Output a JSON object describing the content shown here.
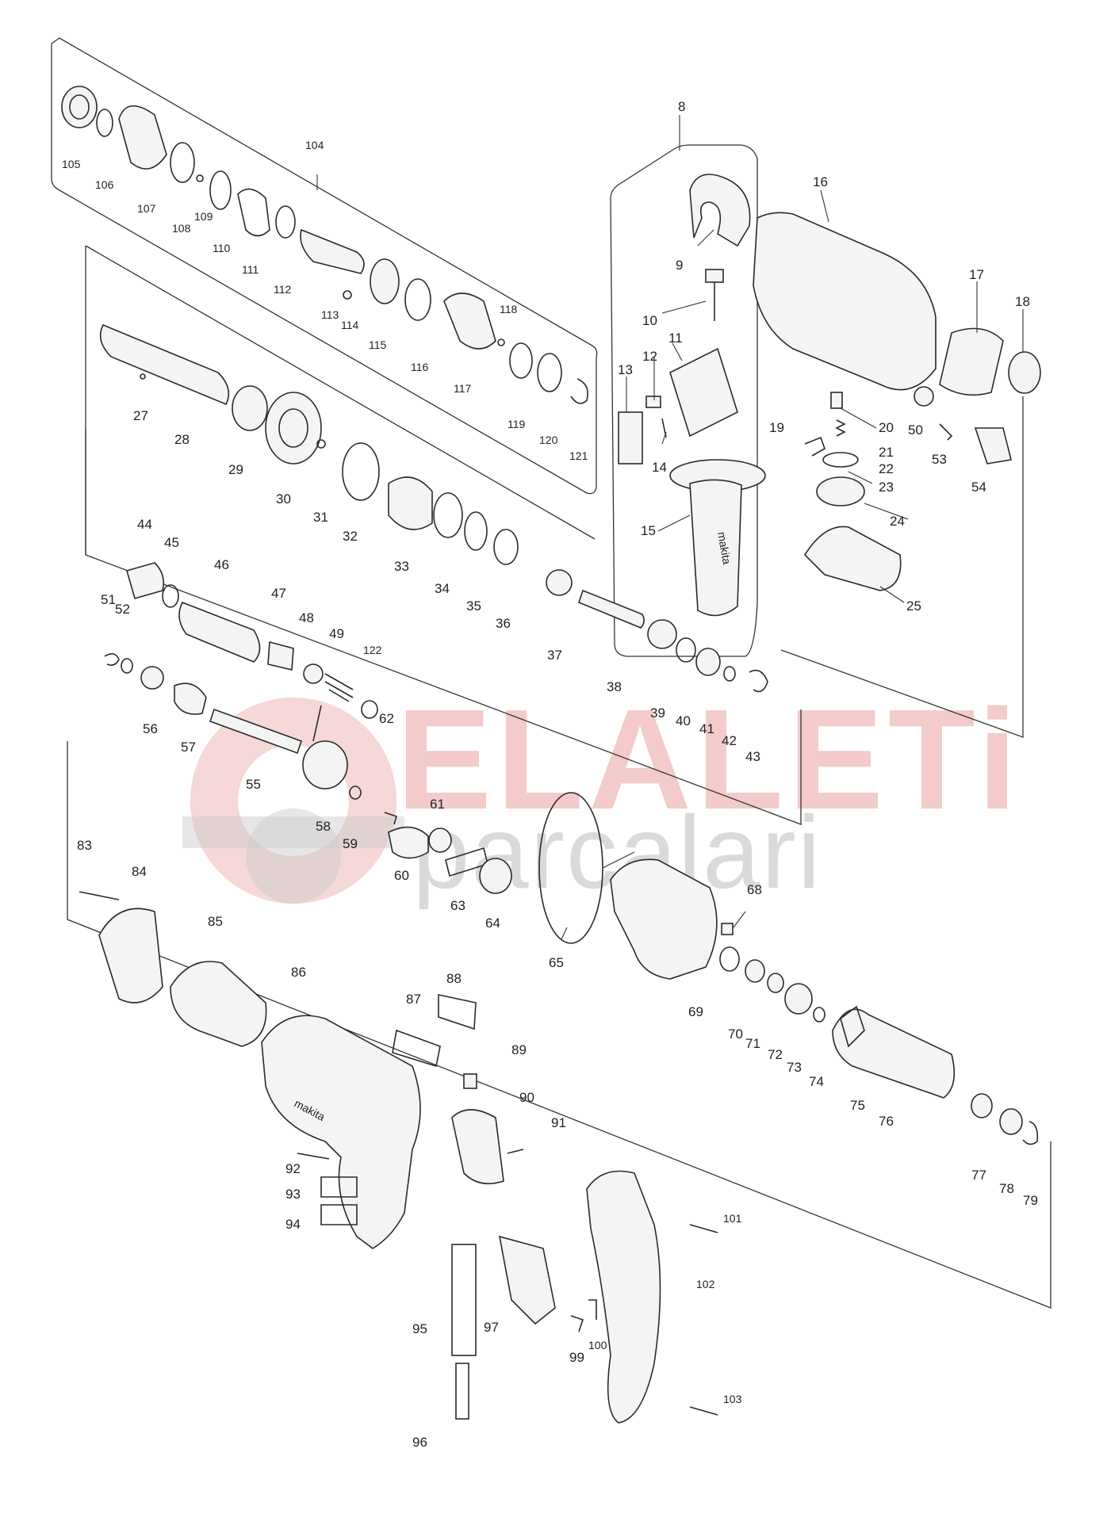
{
  "watermark": {
    "line1": "ELALETi",
    "line2": "parcalari"
  },
  "labels": {
    "p8": "8",
    "p9": "9",
    "p10": "10",
    "p11": "11",
    "p12": "12",
    "p13": "13",
    "p14": "14",
    "p15": "15",
    "p16": "16",
    "p17": "17",
    "p18": "18",
    "p19": "19",
    "p20": "20",
    "p21": "21",
    "p22": "22",
    "p23": "23",
    "p24": "24",
    "p25": "25",
    "p27": "27",
    "p28": "28",
    "p29": "29",
    "p30": "30",
    "p31": "31",
    "p32": "32",
    "p33": "33",
    "p34": "34",
    "p35": "35",
    "p36": "36",
    "p37": "37",
    "p38": "38",
    "p39": "39",
    "p40": "40",
    "p41": "41",
    "p42": "42",
    "p43": "43",
    "p44": "44",
    "p45": "45",
    "p46": "46",
    "p47": "47",
    "p48": "48",
    "p49": "49",
    "p50": "50",
    "p51": "51",
    "p52": "52",
    "p53": "53",
    "p54": "54",
    "p55": "55",
    "p56": "56",
    "p57": "57",
    "p58": "58",
    "p59": "59",
    "p60": "60",
    "p61": "61",
    "p62": "62",
    "p63": "63",
    "p64": "64",
    "p65": "65",
    "p68": "68",
    "p69": "69",
    "p70": "70",
    "p71": "71",
    "p72": "72",
    "p73": "73",
    "p74": "74",
    "p75": "75",
    "p76": "76",
    "p77": "77",
    "p78": "78",
    "p79": "79",
    "p83": "83",
    "p84": "84",
    "p85": "85",
    "p86": "86",
    "p87": "87",
    "p88": "88",
    "p89": "89",
    "p90": "90",
    "p91": "91",
    "p92": "92",
    "p93": "93",
    "p94": "94",
    "p95": "95",
    "p96": "96",
    "p97": "97",
    "p99": "99",
    "p100": "100",
    "p101": "101",
    "p102": "102",
    "p103": "103",
    "p104": "104",
    "p105": "105",
    "p106": "106",
    "p107": "107",
    "p108": "108",
    "p109": "109",
    "p110": "110",
    "p111": "111",
    "p112": "112",
    "p113": "113",
    "p114": "114",
    "p115": "115",
    "p116": "116",
    "p117": "117",
    "p118": "118",
    "p119": "119",
    "p120": "120",
    "p121": "121",
    "p122": "122"
  },
  "brand_marks": {
    "housing_logo": "makita",
    "grip_logo": "makita"
  }
}
